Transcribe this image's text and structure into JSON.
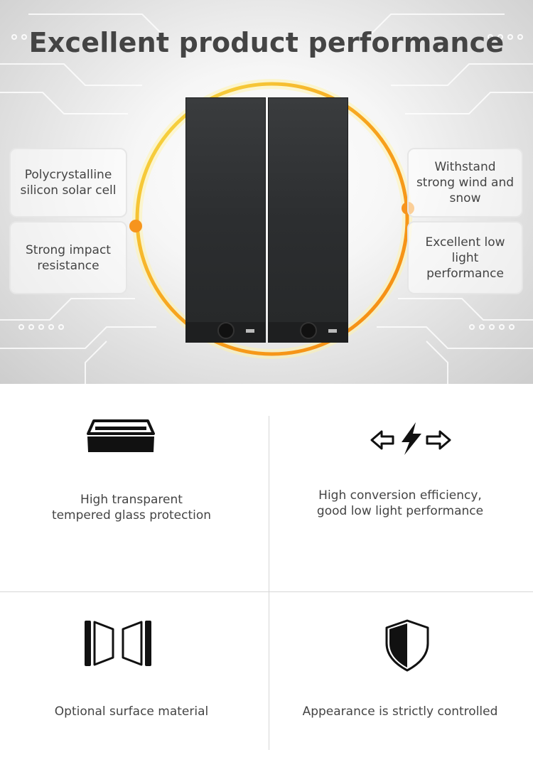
{
  "hero": {
    "title": "Excellent product performance",
    "features": [
      "Polycrystalline\nsilicon solar cell",
      "Strong impact\nresistance",
      "Withstand\nstrong wind and\nsnow",
      "Excellent low\nlight\nperformance"
    ],
    "accent": "#f7941d"
  },
  "grid": [
    {
      "icon": "tempered-glass-icon",
      "label": "High transparent\ntempered glass protection"
    },
    {
      "icon": "conversion-bolt-arrows-icon",
      "label": "High conversion efficiency,\ngood low light performance"
    },
    {
      "icon": "surface-material-icon",
      "label": "Optional surface material"
    },
    {
      "icon": "shield-icon",
      "label": "Appearance is strictly controlled"
    }
  ]
}
